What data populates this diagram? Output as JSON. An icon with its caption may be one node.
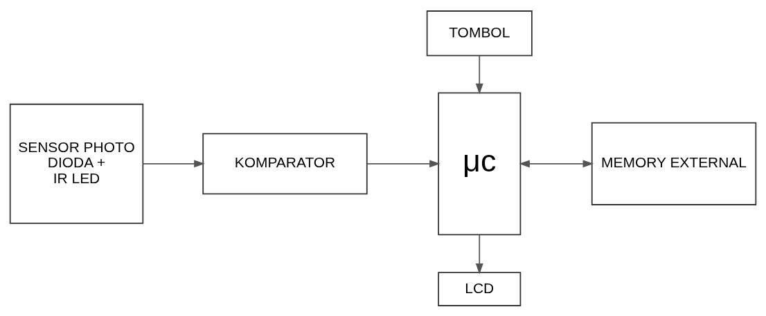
{
  "diagram": {
    "nodes": [
      {
        "text": [
          "SENSOR PHOTO DIODA + IR LED"
        ]
      },
      {
        "text": [
          "KOMPARATOR"
        ]
      },
      {
        "text": [
          "μc"
        ]
      },
      {
        "text": [
          "LCD"
        ]
      },
      {
        "text": [
          "MEMORY EXTERNAL"
        ]
      },
      {
        "text": [
          "TOMBOL"
        ]
      }
    ],
    "edges": [
      {
        "from": 0,
        "to": 1,
        "arrow": "to"
      },
      {
        "from": 1,
        "to": 2,
        "arrow": "to"
      },
      {
        "from": 2,
        "to": 3,
        "arrow": "to"
      },
      {
        "from": 2,
        "to": 4,
        "arrow": "both"
      },
      {
        "from": 5,
        "to": 2,
        "arrow": "to"
      }
    ]
  }
}
